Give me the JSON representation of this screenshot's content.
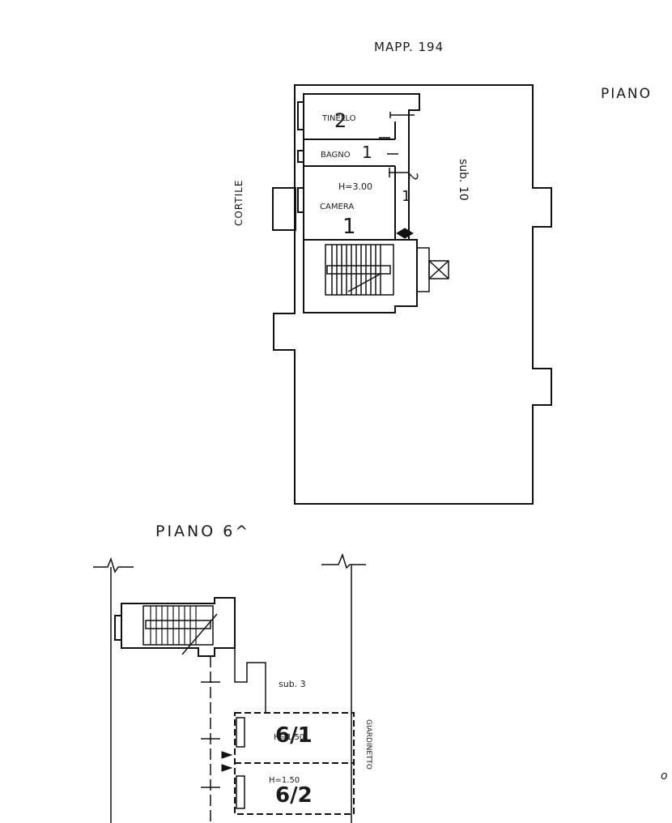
{
  "header": {
    "title": "MAPP. 194",
    "floor_right_label": "PIANO"
  },
  "upper_plan": {
    "courtyard_label": "CORTILE",
    "subunit_label": "sub. 10",
    "rooms": [
      {
        "name": "TINELLO",
        "number": "2"
      },
      {
        "name": "BAGNO",
        "number": "1"
      },
      {
        "name": "CAMERA",
        "number": "1"
      }
    ],
    "height_label": "H=3.00",
    "handwritten_marks": [
      "2",
      "1"
    ]
  },
  "lower_plan": {
    "floor_label": "PIANO 6^",
    "subunit_label": "sub. 3",
    "garden_label": "GIARDINETTO",
    "cellars": [
      {
        "code": "6/1",
        "height": "H=1.50"
      },
      {
        "code": "6/2",
        "height": "H=1.50"
      }
    ]
  },
  "edge_mark": "o"
}
